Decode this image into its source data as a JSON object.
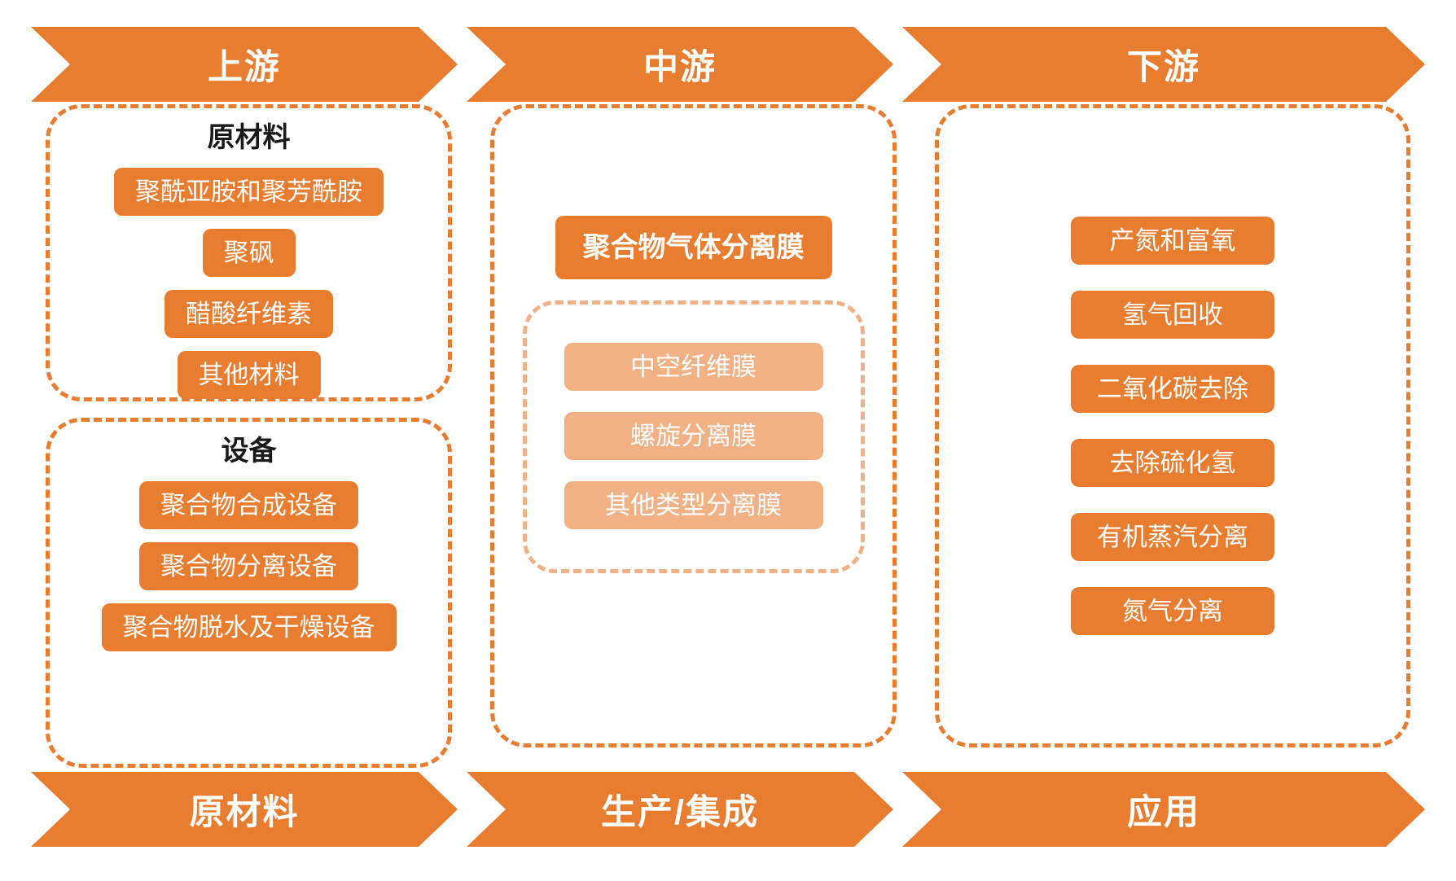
{
  "top_banner": {
    "segments": [
      {
        "label": "上游"
      },
      {
        "label": "中游"
      },
      {
        "label": "下游"
      }
    ]
  },
  "bottom_banner": {
    "segments": [
      {
        "label": "原材料"
      },
      {
        "label": "生产/集成"
      },
      {
        "label": "应用"
      }
    ]
  },
  "upstream": {
    "materials": {
      "title": "原材料",
      "items": [
        {
          "label": "聚酰亚胺和聚芳酰胺"
        },
        {
          "label": "聚砜"
        },
        {
          "label": "醋酸纤维素"
        },
        {
          "label": "其他材料"
        }
      ]
    },
    "equipment": {
      "title": "设备",
      "items": [
        {
          "label": "聚合物合成设备"
        },
        {
          "label": "聚合物分离设备"
        },
        {
          "label": "聚合物脱水及干燥设备"
        }
      ]
    }
  },
  "midstream": {
    "headline": "聚合物气体分离膜",
    "types": [
      {
        "label": "中空纤维膜"
      },
      {
        "label": "螺旋分离膜"
      },
      {
        "label": "其他类型分离膜"
      }
    ]
  },
  "downstream": {
    "applications": [
      {
        "label": "产氮和富氧"
      },
      {
        "label": "氢气回收"
      },
      {
        "label": "二氧化碳去除"
      },
      {
        "label": "去除硫化氢"
      },
      {
        "label": "有机蒸汽分离"
      },
      {
        "label": "氮气分离"
      }
    ]
  },
  "colors": {
    "primary_orange": "#E87D30",
    "light_orange": "#F1B184",
    "text_dark": "#1a1a1a",
    "text_on_fill": "#ffffff",
    "background": "#ffffff"
  }
}
